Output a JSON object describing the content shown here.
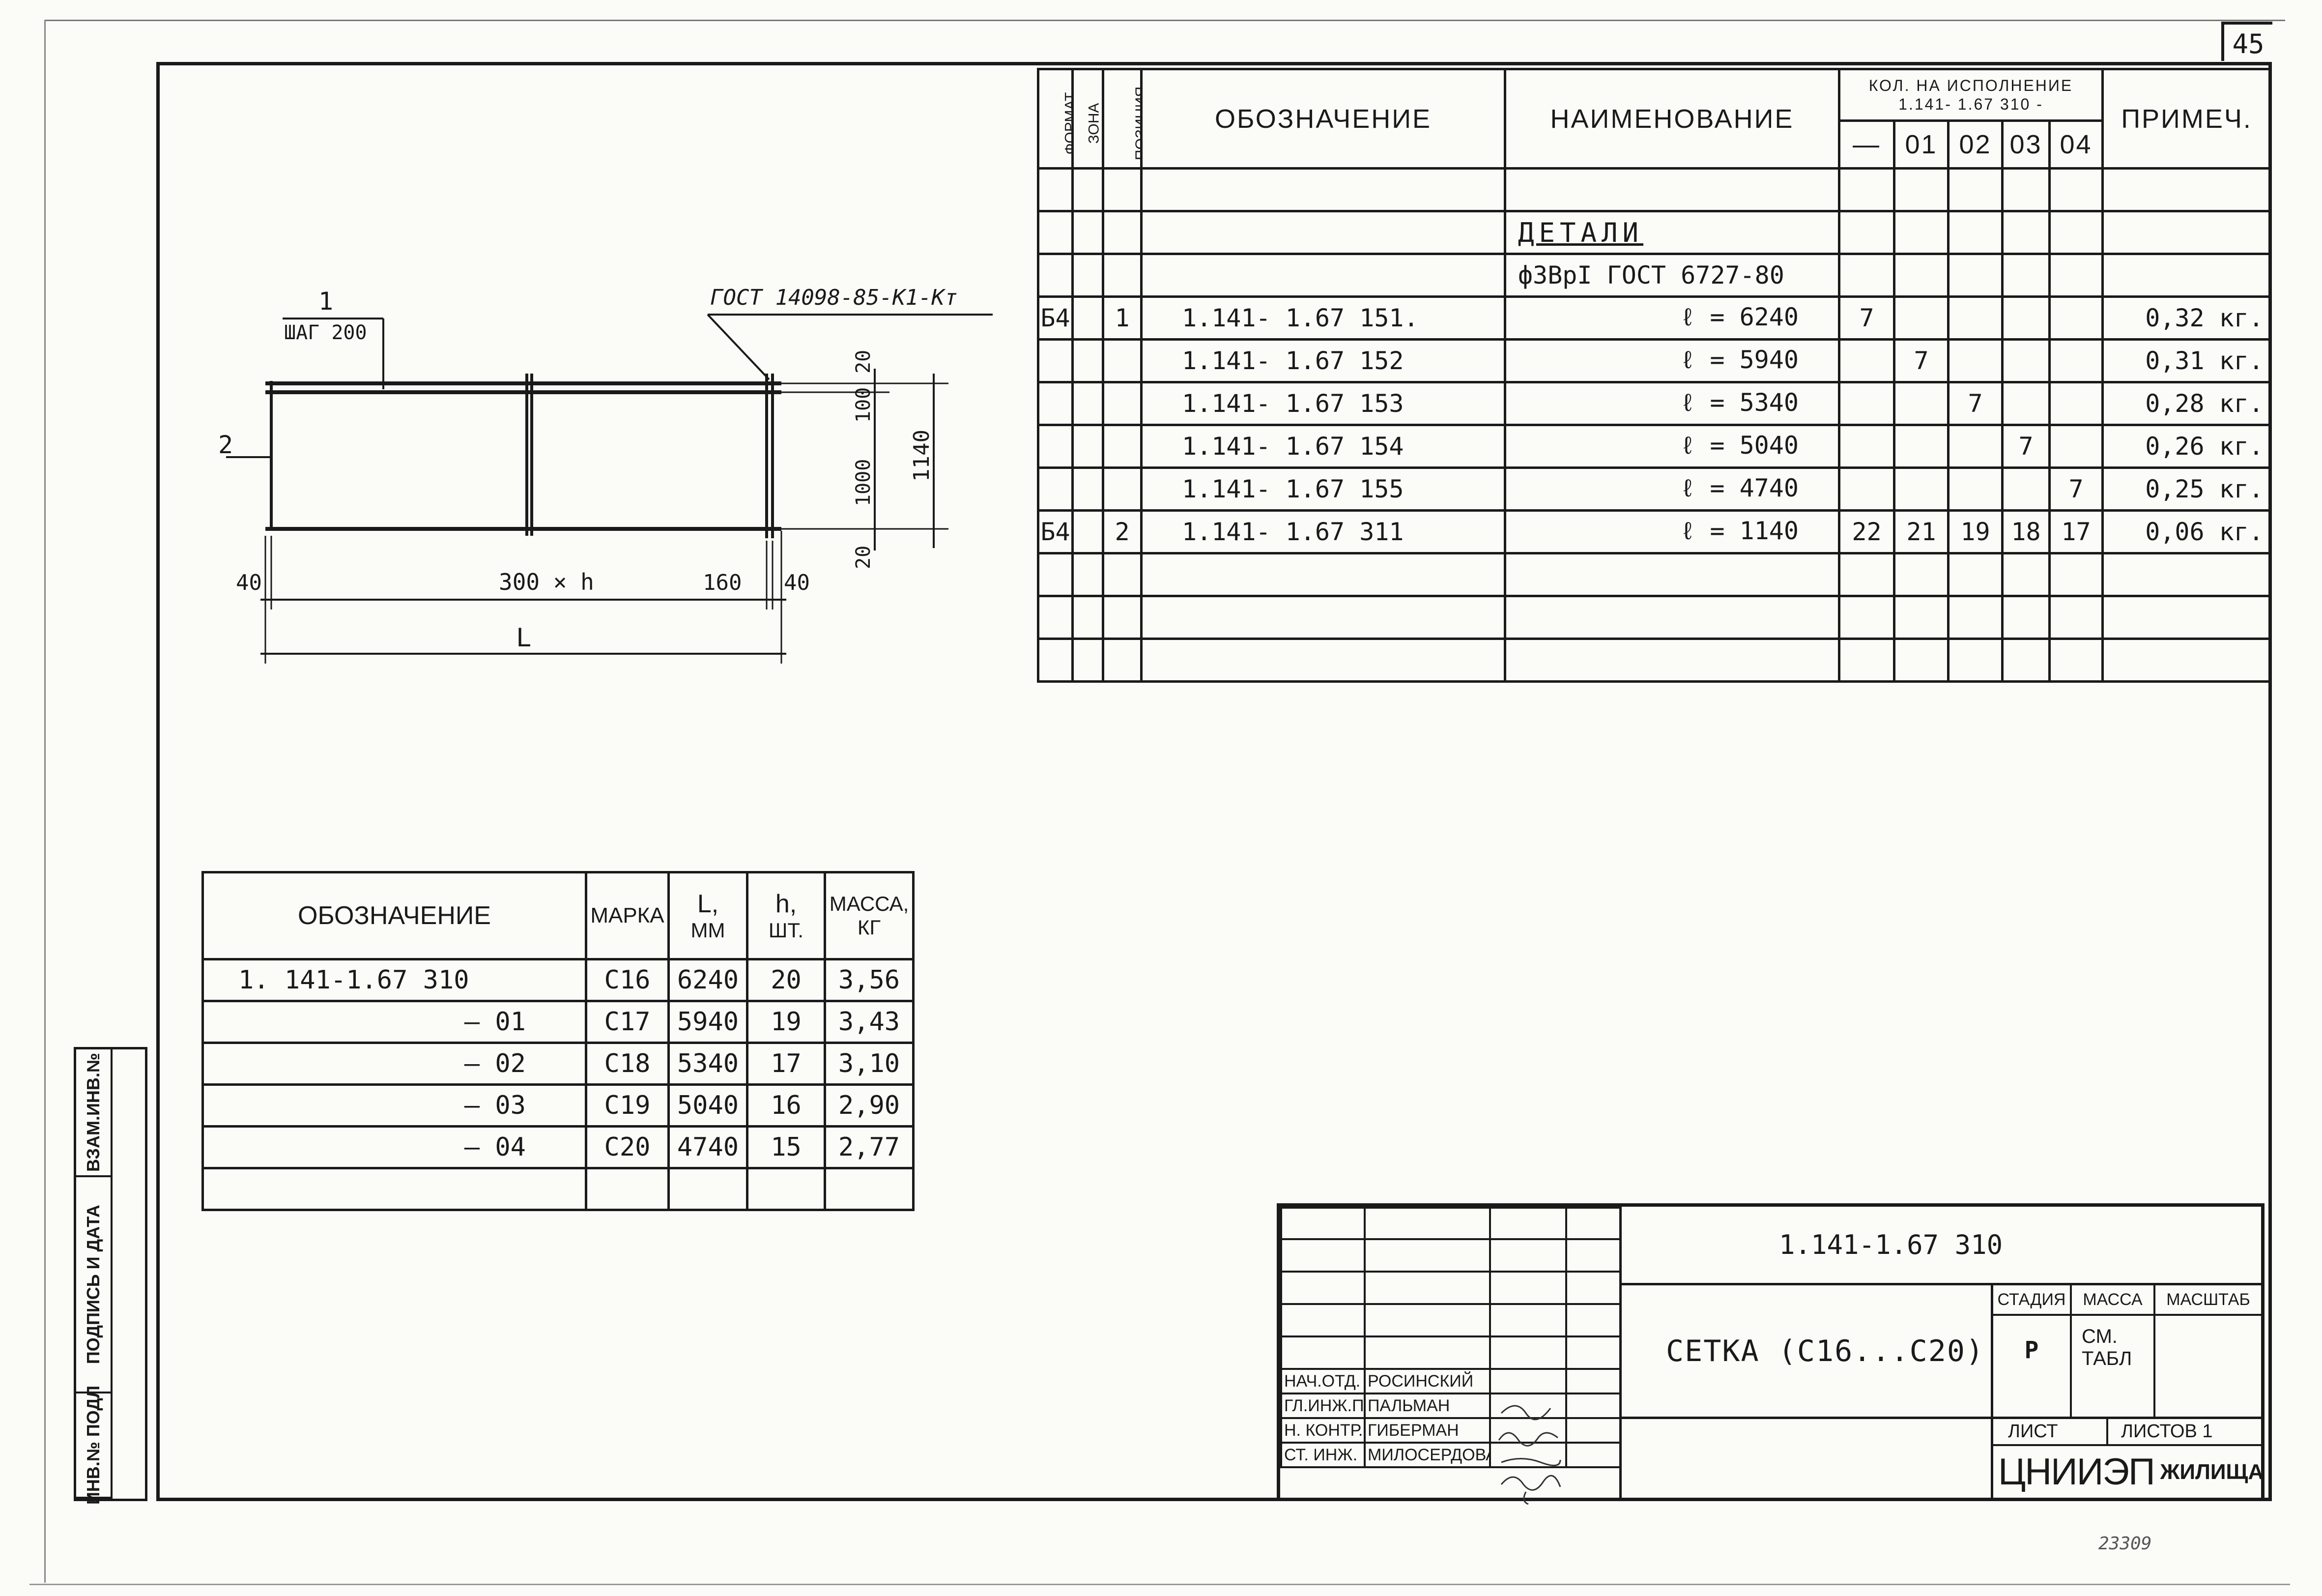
{
  "page_number": "45",
  "serial": "23309",
  "side_stamp": [
    "ИНВ.№ ПОДЛ",
    "ПОДПИСЬ И ДАТА",
    "ВЗАМ.ИНВ.№"
  ],
  "spec_table": {
    "headers": {
      "format": "ФОРМАТ",
      "zone": "ЗОНА",
      "position": "ПОЗИЦИЯ",
      "designation": "ОБОЗНАЧЕНИЕ",
      "name": "НАИМЕНОВАНИЕ",
      "qty_title_1": "КОЛ. НА ИСПОЛНЕНИЕ",
      "qty_title_2": "1.141- 1.67 310 -",
      "qty_cols": [
        "—",
        "01",
        "02",
        "03",
        "04"
      ],
      "note": "ПРИМЕЧ."
    },
    "section_title": "ДЕТАЛИ",
    "section_material": "ф3ВрI ГОСТ 6727-80",
    "rows": [
      {
        "format": "Б4",
        "pos": "1",
        "designation": "1.141- 1.67   151.",
        "name": "ℓ = 6240",
        "q": [
          "7",
          "",
          "",
          "",
          ""
        ],
        "note": "0,32 кг."
      },
      {
        "format": "",
        "pos": "",
        "designation": "1.141- 1.67   152",
        "name": "ℓ = 5940",
        "q": [
          "",
          "7",
          "",
          "",
          ""
        ],
        "note": "0,31 кг."
      },
      {
        "format": "",
        "pos": "",
        "designation": "1.141- 1.67   153",
        "name": "ℓ = 5340",
        "q": [
          "",
          "",
          "7",
          "",
          ""
        ],
        "note": "0,28 кг."
      },
      {
        "format": "",
        "pos": "",
        "designation": "1.141- 1.67   154",
        "name": "ℓ = 5040",
        "q": [
          "",
          "",
          "",
          "7",
          ""
        ],
        "note": "0,26 кг."
      },
      {
        "format": "",
        "pos": "",
        "designation": "1.141- 1.67   155",
        "name": "ℓ = 4740",
        "q": [
          "",
          "",
          "",
          "",
          "7"
        ],
        "note": "0,25 кг."
      },
      {
        "format": "Б4",
        "pos": "2",
        "designation": "1.141- 1.67   311",
        "name": "ℓ = 1140",
        "q": [
          "22",
          "21",
          "19",
          "18",
          "17"
        ],
        "note": "0,06 кг."
      }
    ]
  },
  "drawing": {
    "callout_1": "1",
    "callout_1_sub": "ШАГ 200",
    "callout_2": "2",
    "gost_label": "ГОСТ 14098-85-К1-Кт",
    "dim_left": "40",
    "dim_mid": "300 × h",
    "dim_160": "160",
    "dim_right": "40",
    "dim_L": "L",
    "dim_20_top": "20",
    "dim_100": "100",
    "dim_1000": "1000",
    "dim_20_bot": "20",
    "dim_1140": "1140"
  },
  "mass_table": {
    "headers": [
      "ОБОЗНАЧЕНИЕ",
      "МАРКА",
      "L,",
      "ММ",
      "h,",
      "ШТ.",
      "МАССА,",
      "КГ"
    ],
    "rows": [
      {
        "designation": "1. 141-1.67 310",
        "mark": "С16",
        "L": "6240",
        "h": "20",
        "mass": "3,56"
      },
      {
        "designation": "— 01",
        "mark": "С17",
        "L": "5940",
        "h": "19",
        "mass": "3,43"
      },
      {
        "designation": "— 02",
        "mark": "С18",
        "L": "5340",
        "h": "17",
        "mass": "3,10"
      },
      {
        "designation": "— 03",
        "mark": "С19",
        "L": "5040",
        "h": "16",
        "mass": "2,90"
      },
      {
        "designation": "— 04",
        "mark": "С20",
        "L": "4740",
        "h": "15",
        "mass": "2,77"
      }
    ]
  },
  "title_block": {
    "doc_code": "1.141-1.67 310",
    "doc_title": "СЕТКА (С16...С20)",
    "stage_label": "СТАДИЯ",
    "mass_label": "МАССА",
    "scale_label": "МАСШТАБ",
    "stage_value": "Р",
    "mass_value_1": "СМ.",
    "mass_value_2": "ТАБЛ",
    "sheet_label": "ЛИСТ",
    "sheets_label": "ЛИСТОВ 1",
    "org": "ЦНИИЭП",
    "org_sub": "ЖИЛИЩА",
    "signers": [
      {
        "role": "НАЧ.ОТД.",
        "name": "РОСИНСКИЙ"
      },
      {
        "role": "ГЛ.ИНЖ.ПР.",
        "name": "ПАЛЬМАН"
      },
      {
        "role": "Н. КОНТР.",
        "name": "ГИБЕРМАН"
      },
      {
        "role": "СТ. ИНЖ.",
        "name": "МИЛОСЕРДОВА"
      }
    ]
  }
}
